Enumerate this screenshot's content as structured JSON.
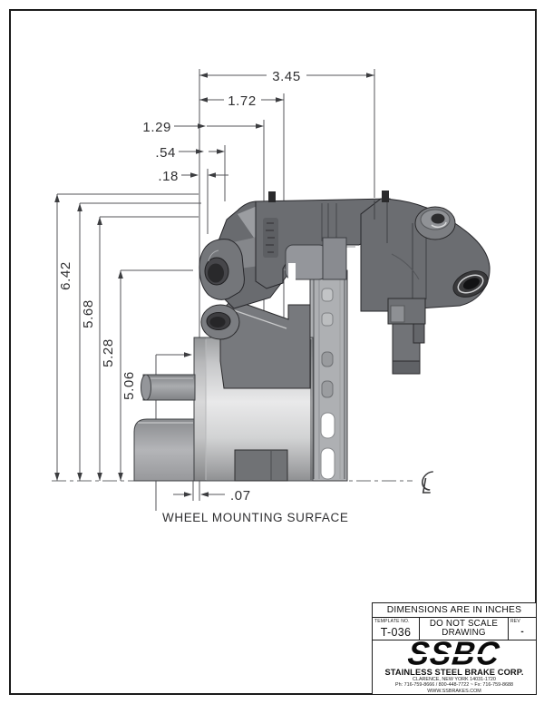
{
  "dims": {
    "d345": "3.45",
    "d172": "1.72",
    "d129": "1.29",
    "d054": ".54",
    "d018": ".18",
    "d642": "6.42",
    "d568": "5.68",
    "d528": "5.28",
    "d506": "5.06",
    "d007": ".07",
    "wms": "WHEEL MOUNTING SURFACE"
  },
  "icons": {
    "centerline_symbol": "centre-line (C over L)"
  },
  "colors": {
    "line": "#55565a",
    "caliper": "#6b6d71",
    "hub_light": "#e8e8e9",
    "rotor": "#aeb0b3"
  },
  "title_block": {
    "header": "DIMENSIONS ARE IN INCHES",
    "template_label": "TEMPLATE NO.",
    "template_no": "T-036",
    "scale_line1": "DO NOT SCALE",
    "scale_line2": "DRAWING",
    "rev_label": "REV",
    "rev_value": "-",
    "logo": "SSBC",
    "company": "STAINLESS STEEL BRAKE CORP.",
    "address": "CLARENCE, NEW YORK 14031-1720",
    "phone": "Ph: 716-759-8666 / 800-448-7722 ~ Fx: 716-759-8688",
    "website": "WWW.SSBRAKES.COM"
  }
}
